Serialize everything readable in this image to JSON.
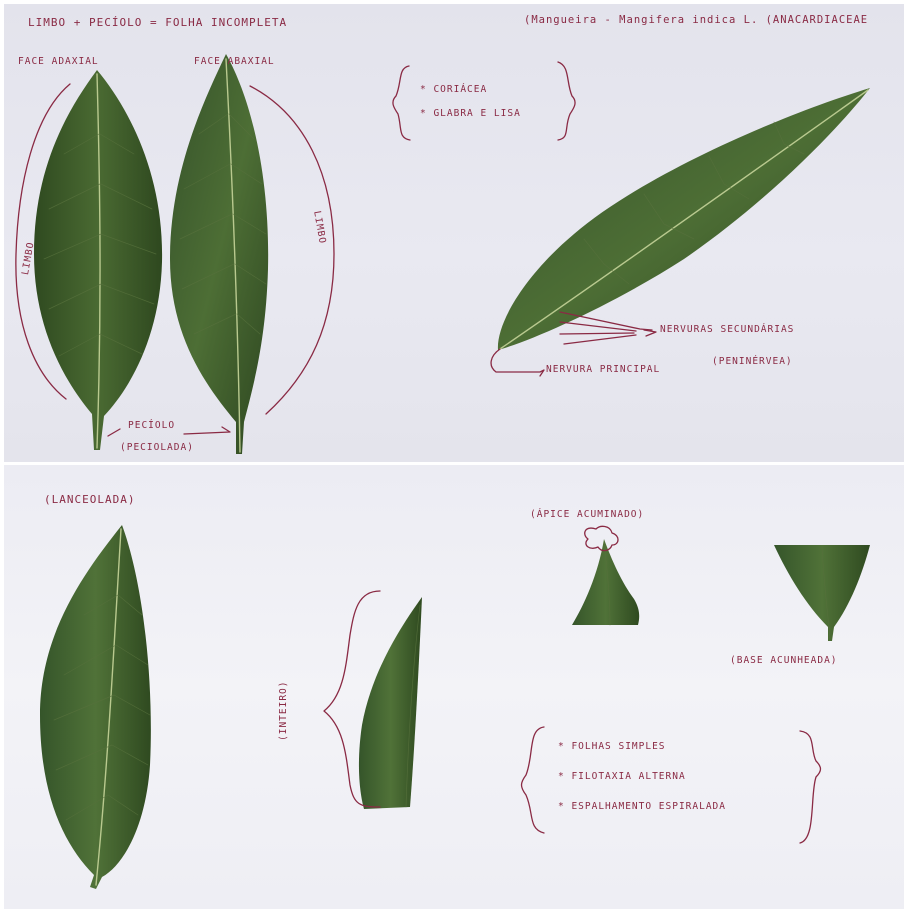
{
  "top": {
    "title": "LIMBO + PECÍOLO = FOLHA INCOMPLETA",
    "species": "(Mangueira - Mangifera indica L. (ANACARDIACEAE",
    "face_left": "FACE ADAXIAL",
    "face_right": "FACE ABAXIAL",
    "limbo_left": "LIMBO",
    "limbo_right": "LIMBO",
    "peciolo": "PECÍOLO",
    "peciolada": "(PECIOLADA)",
    "trait_1": "* CORIÁCEA",
    "trait_2": "* GLABRA E LISA",
    "nervuras_secundarias": "NERVURAS SECUNDÁRIAS",
    "peninervea": "(PENINÉRVEA)",
    "nervura_principal": "NERVURA PRINCIPAL"
  },
  "bottom": {
    "lanceolada": "(LANCEOLADA)",
    "apice": "(ÁPICE ACUMINADO)",
    "base": "(BASE ACUNHEADA)",
    "inteiro": "(INTEIRO)",
    "feature_1": "* FOLHAS SIMPLES",
    "feature_2": "* FILOTAXIA ALTERNA",
    "feature_3": "* ESPALHAMENTO ESPIRALADA"
  },
  "colors": {
    "ink": "#8a2a44",
    "leaf": "#3f5e2c",
    "leaf_dark": "#2f4a20",
    "paper_top": "#e6e6ee",
    "paper_bottom": "#f0f0f5"
  }
}
